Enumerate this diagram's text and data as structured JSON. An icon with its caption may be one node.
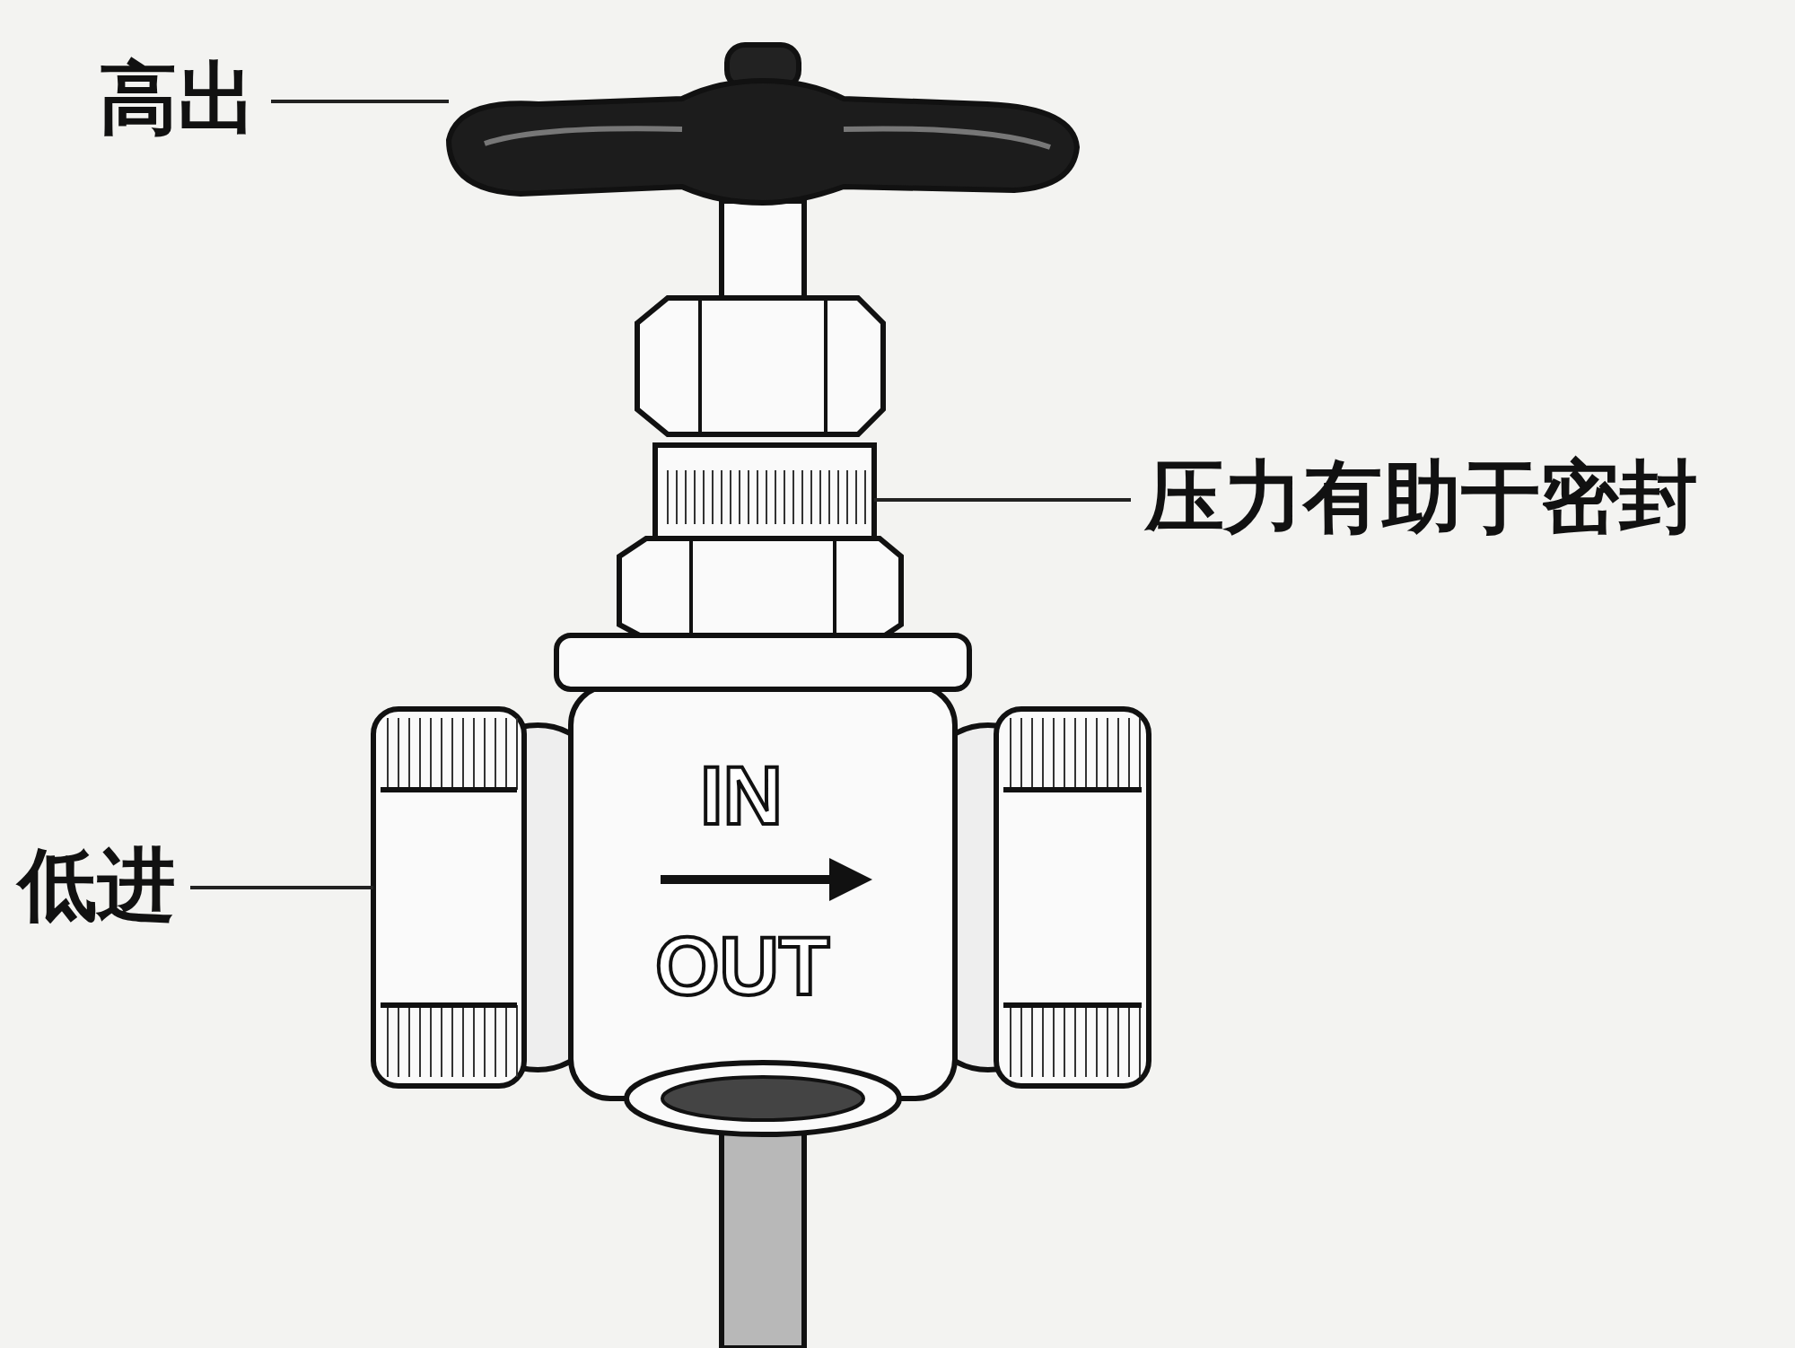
{
  "diagram": {
    "nodes": [
      {
        "text": [
          "高出"
        ]
      },
      {
        "text": [],
        "shape": "picture"
      },
      {
        "text": [
          "压力有助于密封"
        ]
      },
      {
        "text": [],
        "shape": "picture"
      },
      {
        "text": [
          "低进"
        ]
      },
      {
        "text": [],
        "shape": "picture"
      }
    ],
    "edges": [
      {
        "from": 0,
        "to": 1,
        "arrow": "none"
      },
      {
        "from": 2,
        "to": 3,
        "arrow": "none"
      },
      {
        "from": 4,
        "to": 5,
        "arrow": "none"
      }
    ],
    "labels": [
      "IN",
      "OUT"
    ]
  }
}
